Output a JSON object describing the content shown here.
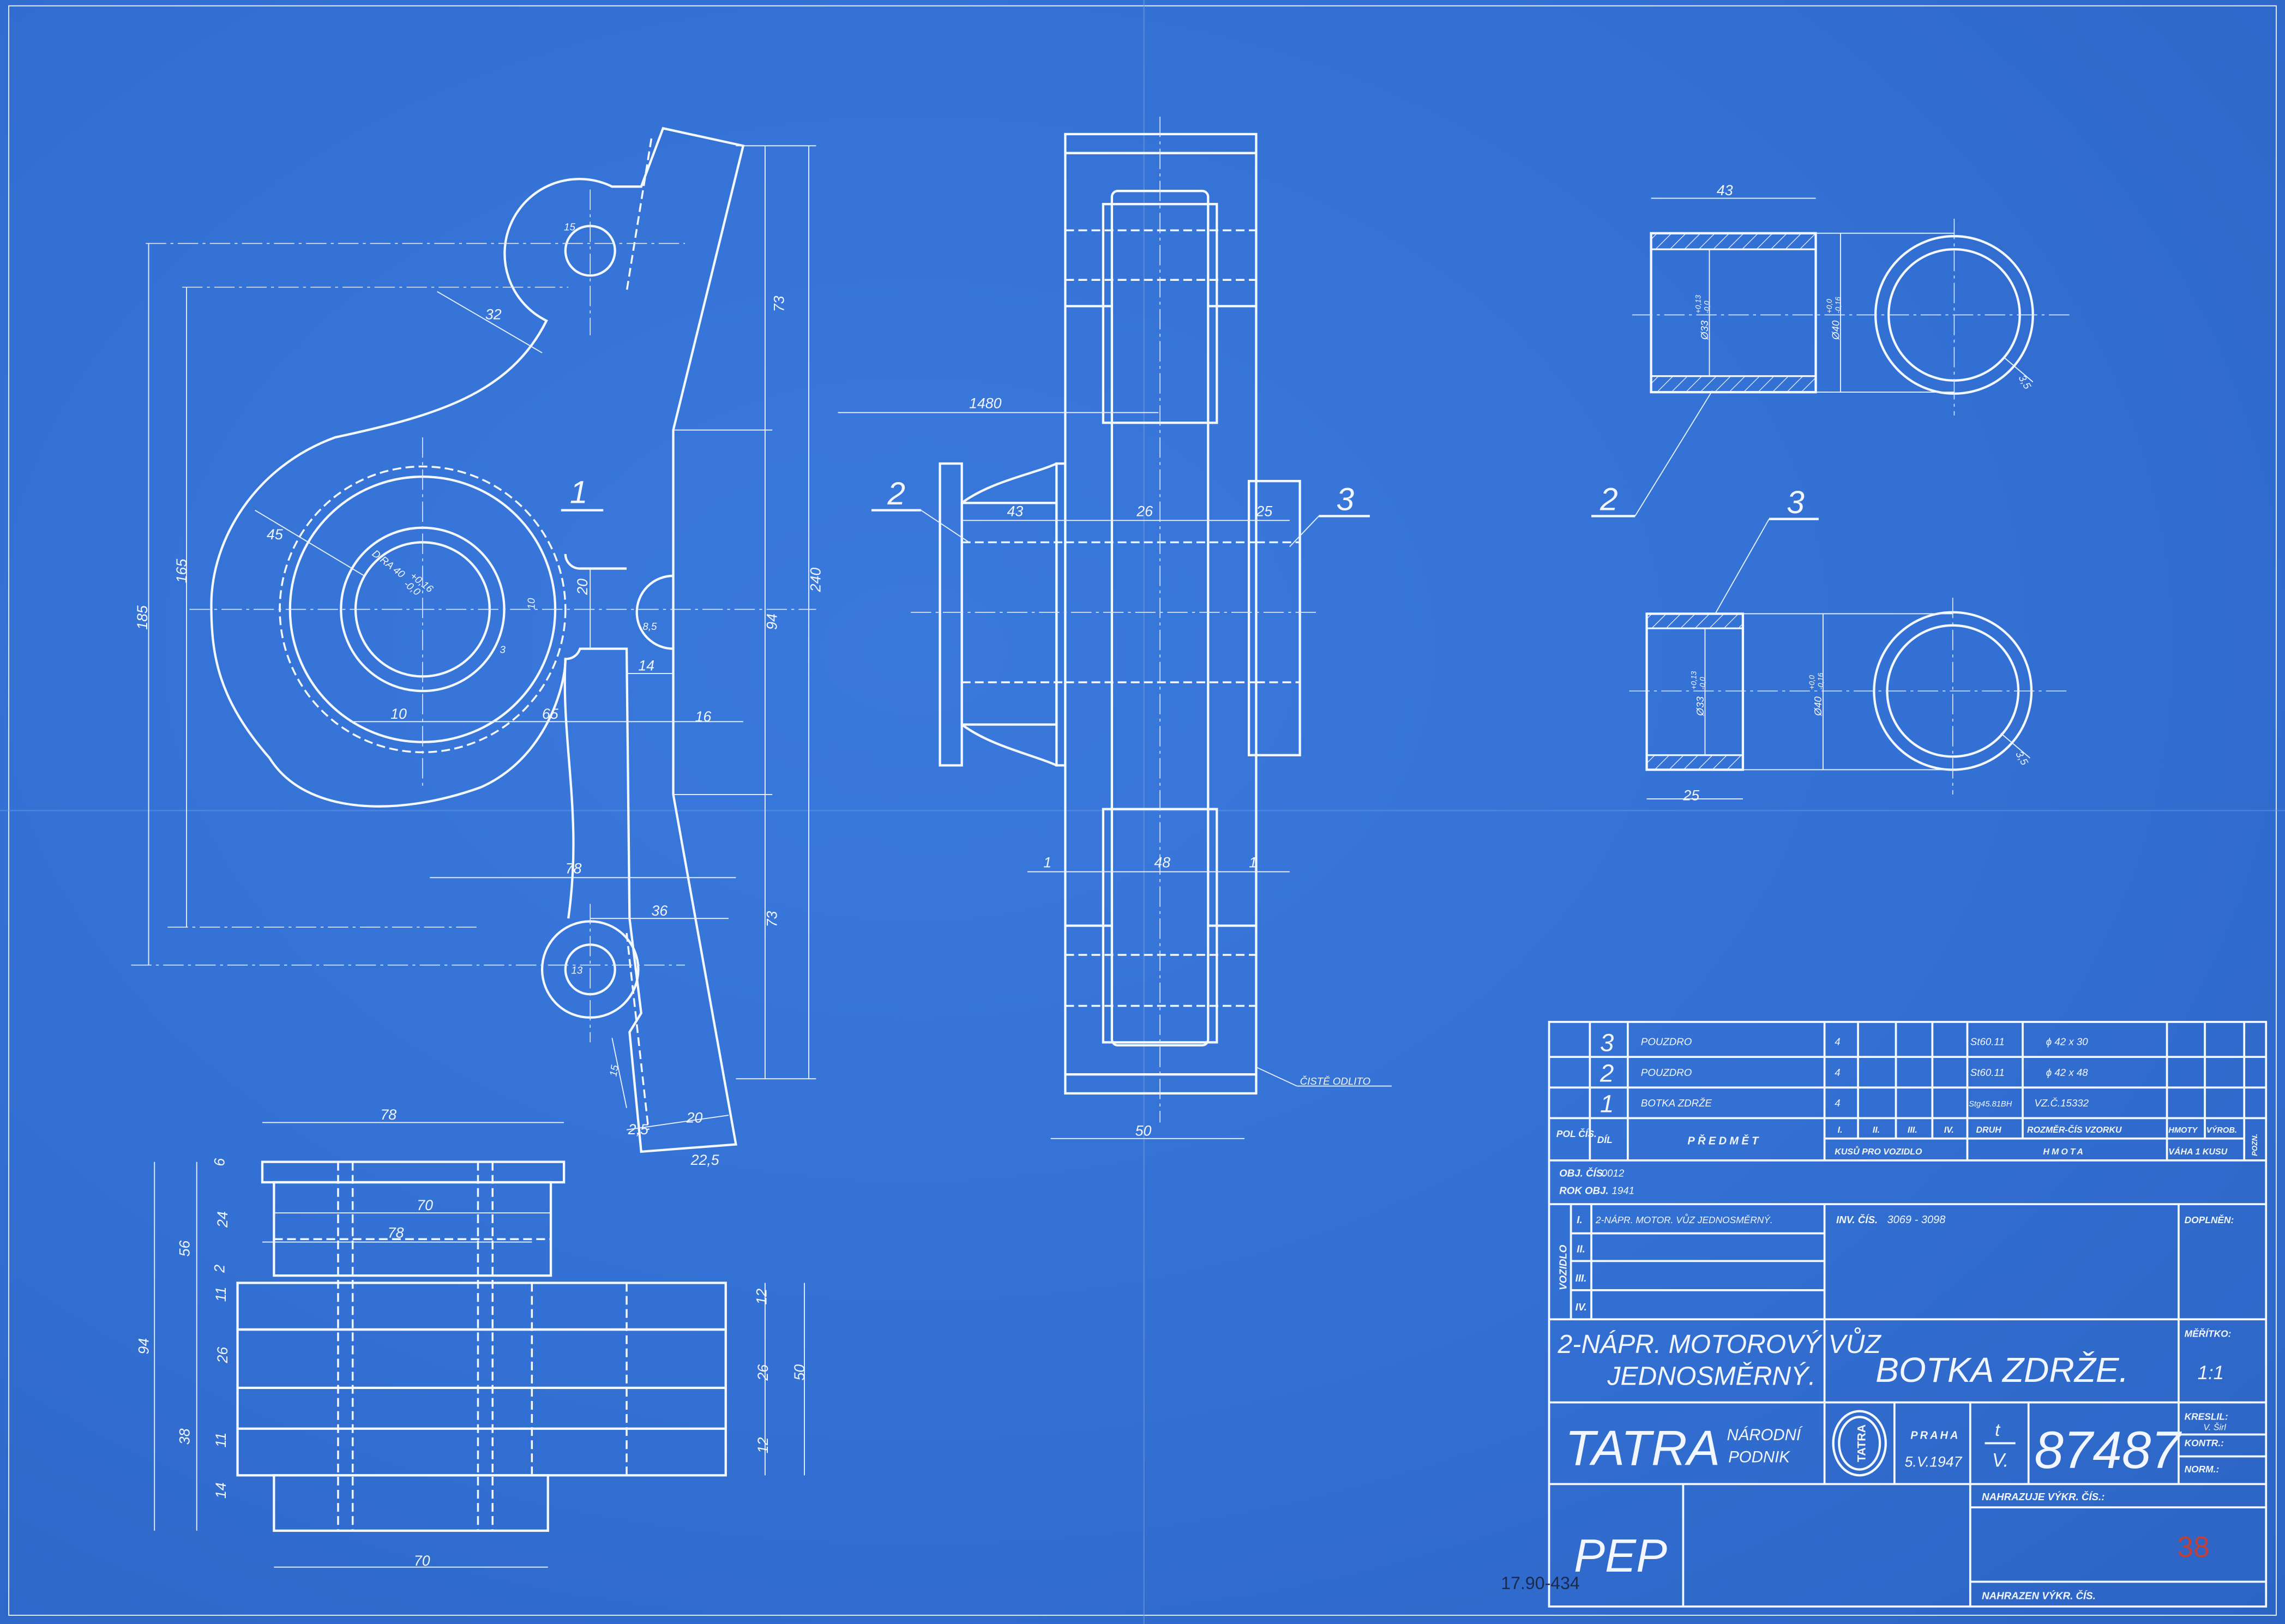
{
  "sheet": {
    "background_color": "#3470d2",
    "line_color": "#f4f8ff"
  },
  "part1": {
    "label": "1",
    "dims": [
      "185",
      "165",
      "32",
      "45",
      "15",
      "DÍRA 40",
      "+0,16",
      "-0,0",
      "10",
      "3",
      "20",
      "8,5",
      "14",
      "10",
      "65",
      "16",
      "78",
      "36",
      "13",
      "73",
      "94",
      "240",
      "73",
      "15",
      "2,5",
      "20",
      "22,5"
    ]
  },
  "assembly_view": {
    "labels": [
      "2",
      "3"
    ],
    "dims": [
      "1480",
      "43",
      "26",
      "25",
      "1",
      "48",
      "1",
      "50"
    ],
    "note": "ČISTĚ ODLITO"
  },
  "bottom_view": {
    "dims": [
      "78",
      "70",
      "78",
      "70",
      "6",
      "24",
      "56",
      "2",
      "11",
      "26",
      "94",
      "38",
      "11",
      "14",
      "12",
      "26",
      "50",
      "12"
    ]
  },
  "bushings": {
    "part2": {
      "label": "2",
      "length": "43",
      "inner_dia": "Ø33",
      "inner_tol_upper": "+0,13",
      "inner_tol_lower": "-0,0",
      "outer_dia": "Ø40",
      "outer_tol_upper": "+0,0",
      "outer_tol_lower": "-0,16",
      "wall": "3,5"
    },
    "part3": {
      "label": "3",
      "length": "25",
      "inner_dia": "Ø33",
      "inner_tol_upper": "+0,13",
      "inner_tol_lower": "-0,0",
      "outer_dia": "Ø40",
      "outer_tol_upper": "+0,0",
      "outer_tol_lower": "-0,16",
      "wall": "3,5"
    }
  },
  "title_block": {
    "parts_list": {
      "rows": [
        {
          "pos": "3",
          "name": "POUZDRO",
          "qty_1": "4",
          "material": "St60.11",
          "size": "ϕ 42 x 30"
        },
        {
          "pos": "2",
          "name": "POUZDRO",
          "qty_1": "4",
          "material": "St60.11",
          "size": "ϕ 42 x 48"
        },
        {
          "pos": "1",
          "name": "BOTKA ZDRŽE",
          "qty_1": "4",
          "material": "Stg45.81BH",
          "size": "VZ.Č.15332"
        }
      ],
      "headers": {
        "pos": "POL ČÍS.",
        "part": "DÍL",
        "subject": "PŘEDMĚT",
        "v1": "I.",
        "v2": "II.",
        "v3": "III.",
        "v4": "IV.",
        "per_vehicle": "KUSŮ PRO VOZIDLO",
        "kind": "DRUH",
        "size": "ROZMĚR-ČÍS VZORKU",
        "material": "HMOTA",
        "rough": "HMOTY",
        "product": "VÝROB.",
        "weight": "VÁHA 1 KUSU",
        "note": "POZN."
      }
    },
    "order": {
      "number_label": "OBJ. ČÍS.",
      "number": "0012",
      "year_label": "ROK OBJ.",
      "year": "1941"
    },
    "vehicle": {
      "label": "VOZIDLO",
      "rows": [
        {
          "num": "I.",
          "name": "2-NÁPR. MOTOR. VŮZ JEDNOSMĚRNÝ."
        },
        {
          "num": "II.",
          "name": ""
        },
        {
          "num": "III.",
          "name": ""
        },
        {
          "num": "IV.",
          "name": ""
        }
      ],
      "inv_label": "INV. ČÍS.",
      "inv": "3069 - 3098",
      "supplement_label": "DOPLNĚN:"
    },
    "vehicle_title_line1": "2-NÁPR. MOTOROVÝ VŮZ",
    "vehicle_title_line2": "JEDNOSMĚRNÝ.",
    "drawing_title": "BOTKA ZDRŽE.",
    "scale_label": "MĚŘÍTKO:",
    "scale": "1:1",
    "company": "TATRA",
    "company_sub1": "NÁRODNÍ",
    "company_sub2": "PODNIK",
    "logo_text": "TATRA",
    "city": "PRAHA",
    "date": "5.V.1947",
    "format_top": "t",
    "format_bottom": "V.",
    "drawing_number": "87487",
    "drawn_label": "KRESLIL:",
    "drawn_by": "V. Širl",
    "checked_label": "KONTR.:",
    "norm_label": "NORM.:",
    "replaces_label": "NAHRAZUJE VÝKR. ČÍS.:",
    "replaced_by_label": "NAHRAZEN VÝKR. ČÍS.",
    "dept": "PEP"
  },
  "stamps": {
    "archive_number": "17.90-434",
    "red_number": "38",
    "red_color": "#c0403a"
  }
}
